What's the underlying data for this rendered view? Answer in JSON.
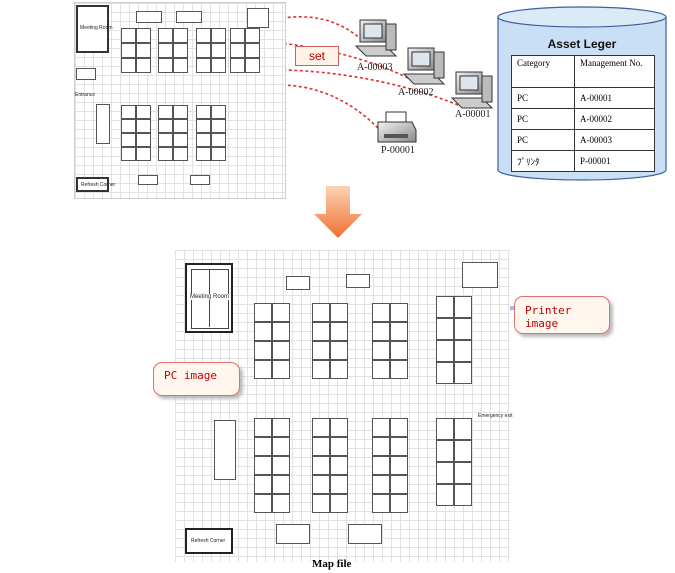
{
  "set_label": "set",
  "computers": [
    {
      "id": "A-00003"
    },
    {
      "id": "A-00002"
    },
    {
      "id": "A-00001"
    },
    {
      "id": "P-00001"
    }
  ],
  "asset_ledger": {
    "title": "Asset Leger",
    "headers": [
      "Category",
      "Management No."
    ],
    "rows": [
      [
        "PC",
        "A-00001"
      ],
      [
        "PC",
        "A-00002"
      ],
      [
        "PC",
        "A-00003"
      ],
      [
        "ﾌﾟﾘﾝﾀ",
        "P-00001"
      ]
    ]
  },
  "floor_plan_top": {
    "meeting_room": "Meeting Room",
    "entrance": "Entrance",
    "refresh_corner": "Refresh Corner"
  },
  "floor_plan_bottom": {
    "meeting_room": "Meeting Room",
    "refresh_corner": "Refresh Corner",
    "emergency_exit": "Emergency exit"
  },
  "pc_image_label": "PC image",
  "printer_image_label": "Printer image",
  "map_file_label": "Map file",
  "colors": {
    "callout_text": "#c00000",
    "arrow": "#e03030",
    "down_arrow": "#f07030"
  }
}
